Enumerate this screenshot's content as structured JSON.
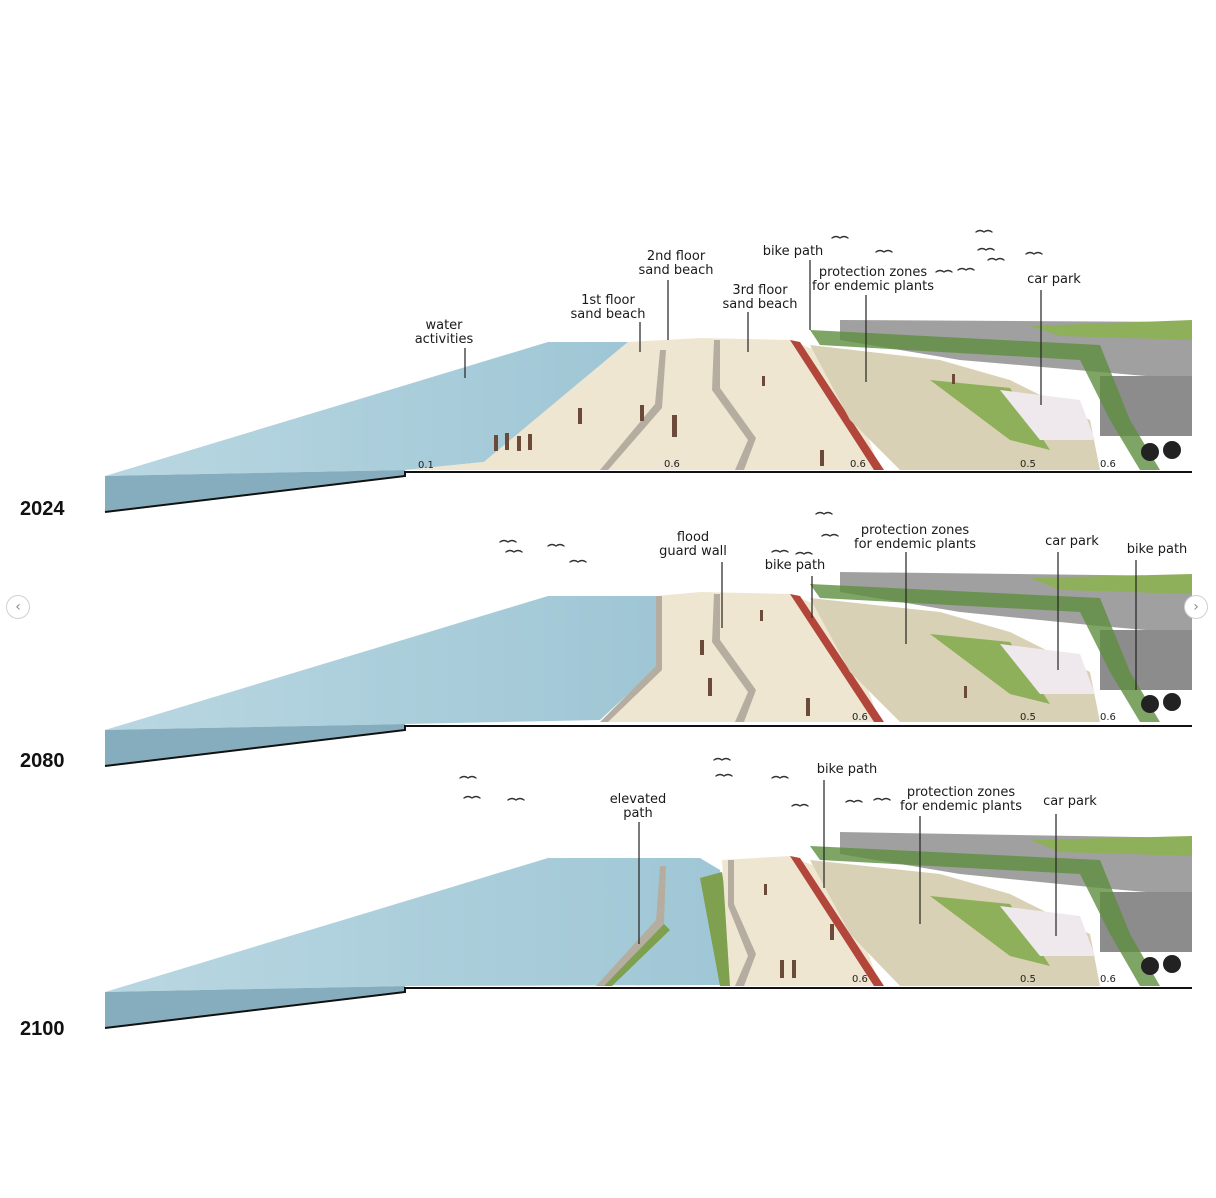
{
  "years": [
    "2024",
    "2080",
    "2100"
  ],
  "level_marks": {
    "s2024": [
      "0.1",
      "0.6",
      "0.6",
      "0.5",
      "0.6"
    ],
    "s2080": [
      "0.6",
      "0.5",
      "0.6"
    ],
    "s2100": [
      "0.6",
      "0.5",
      "0.6"
    ]
  },
  "labels_2024": {
    "water_activities": "water\nactivities",
    "first_floor": "1st floor\nsand beach",
    "second_floor": "2nd floor\nsand beach",
    "third_floor": "3rd floor\nsand beach",
    "bike_path": "bike path",
    "protection_zones": "protection zones\nfor endemic plants",
    "car_park": "car park"
  },
  "labels_2080": {
    "flood_guard_wall": "flood\nguard wall",
    "bike_path_left": "bike path",
    "protection_zones": "protection zones\nfor endemic plants",
    "car_park": "car park",
    "bike_path_right": "bike path"
  },
  "labels_2100": {
    "elevated_path": "elevated\npath",
    "bike_path": "bike path",
    "protection_zones": "protection zones\nfor endemic plants",
    "car_park": "car park"
  },
  "colors": {
    "water": "#a9cdda",
    "water_side": "#7fa8b8",
    "sand": "#efe6d2",
    "grass": "#8fb05a",
    "building": "#8a8a8a",
    "bike_path": "#b2463a"
  },
  "nav": {
    "prev_icon": "‹",
    "next_icon": "›"
  }
}
